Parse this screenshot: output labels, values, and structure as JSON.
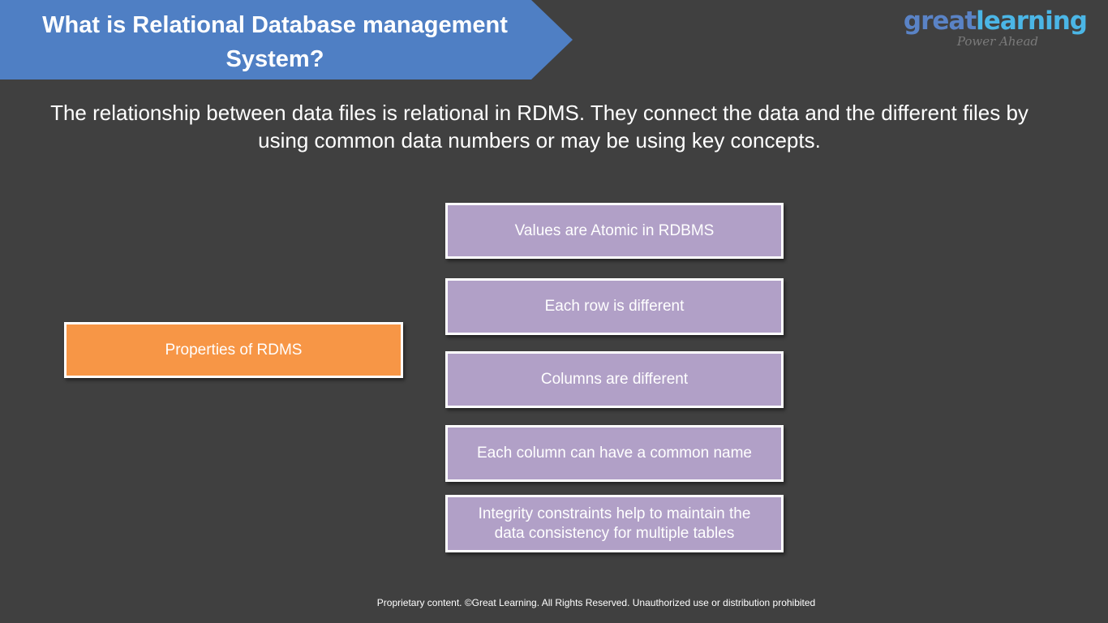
{
  "slide": {
    "title": "What is Relational Database management System?",
    "brand": {
      "name_part1": "great",
      "name_part2": "learning",
      "tagline": "Power Ahead"
    },
    "intro": "The relationship between data files is relational in RDMS. They connect the data and the different files by using common data numbers or may be using key concepts.",
    "root_label": "Properties of RDMS",
    "properties": [
      "Values are Atomic in RDBMS",
      "Each row is different",
      "Columns are different",
      "Each column can have a common name",
      "Integrity constraints help to maintain the data consistency for multiple tables"
    ],
    "footer": "Proprietary content. ©Great Learning. All Rights Reserved. Unauthorized use or distribution prohibited"
  },
  "colors": {
    "background": "#404040",
    "title_banner": "#4f7fc4",
    "root_box": "#f79646",
    "property_box": "#b1a0c7"
  }
}
